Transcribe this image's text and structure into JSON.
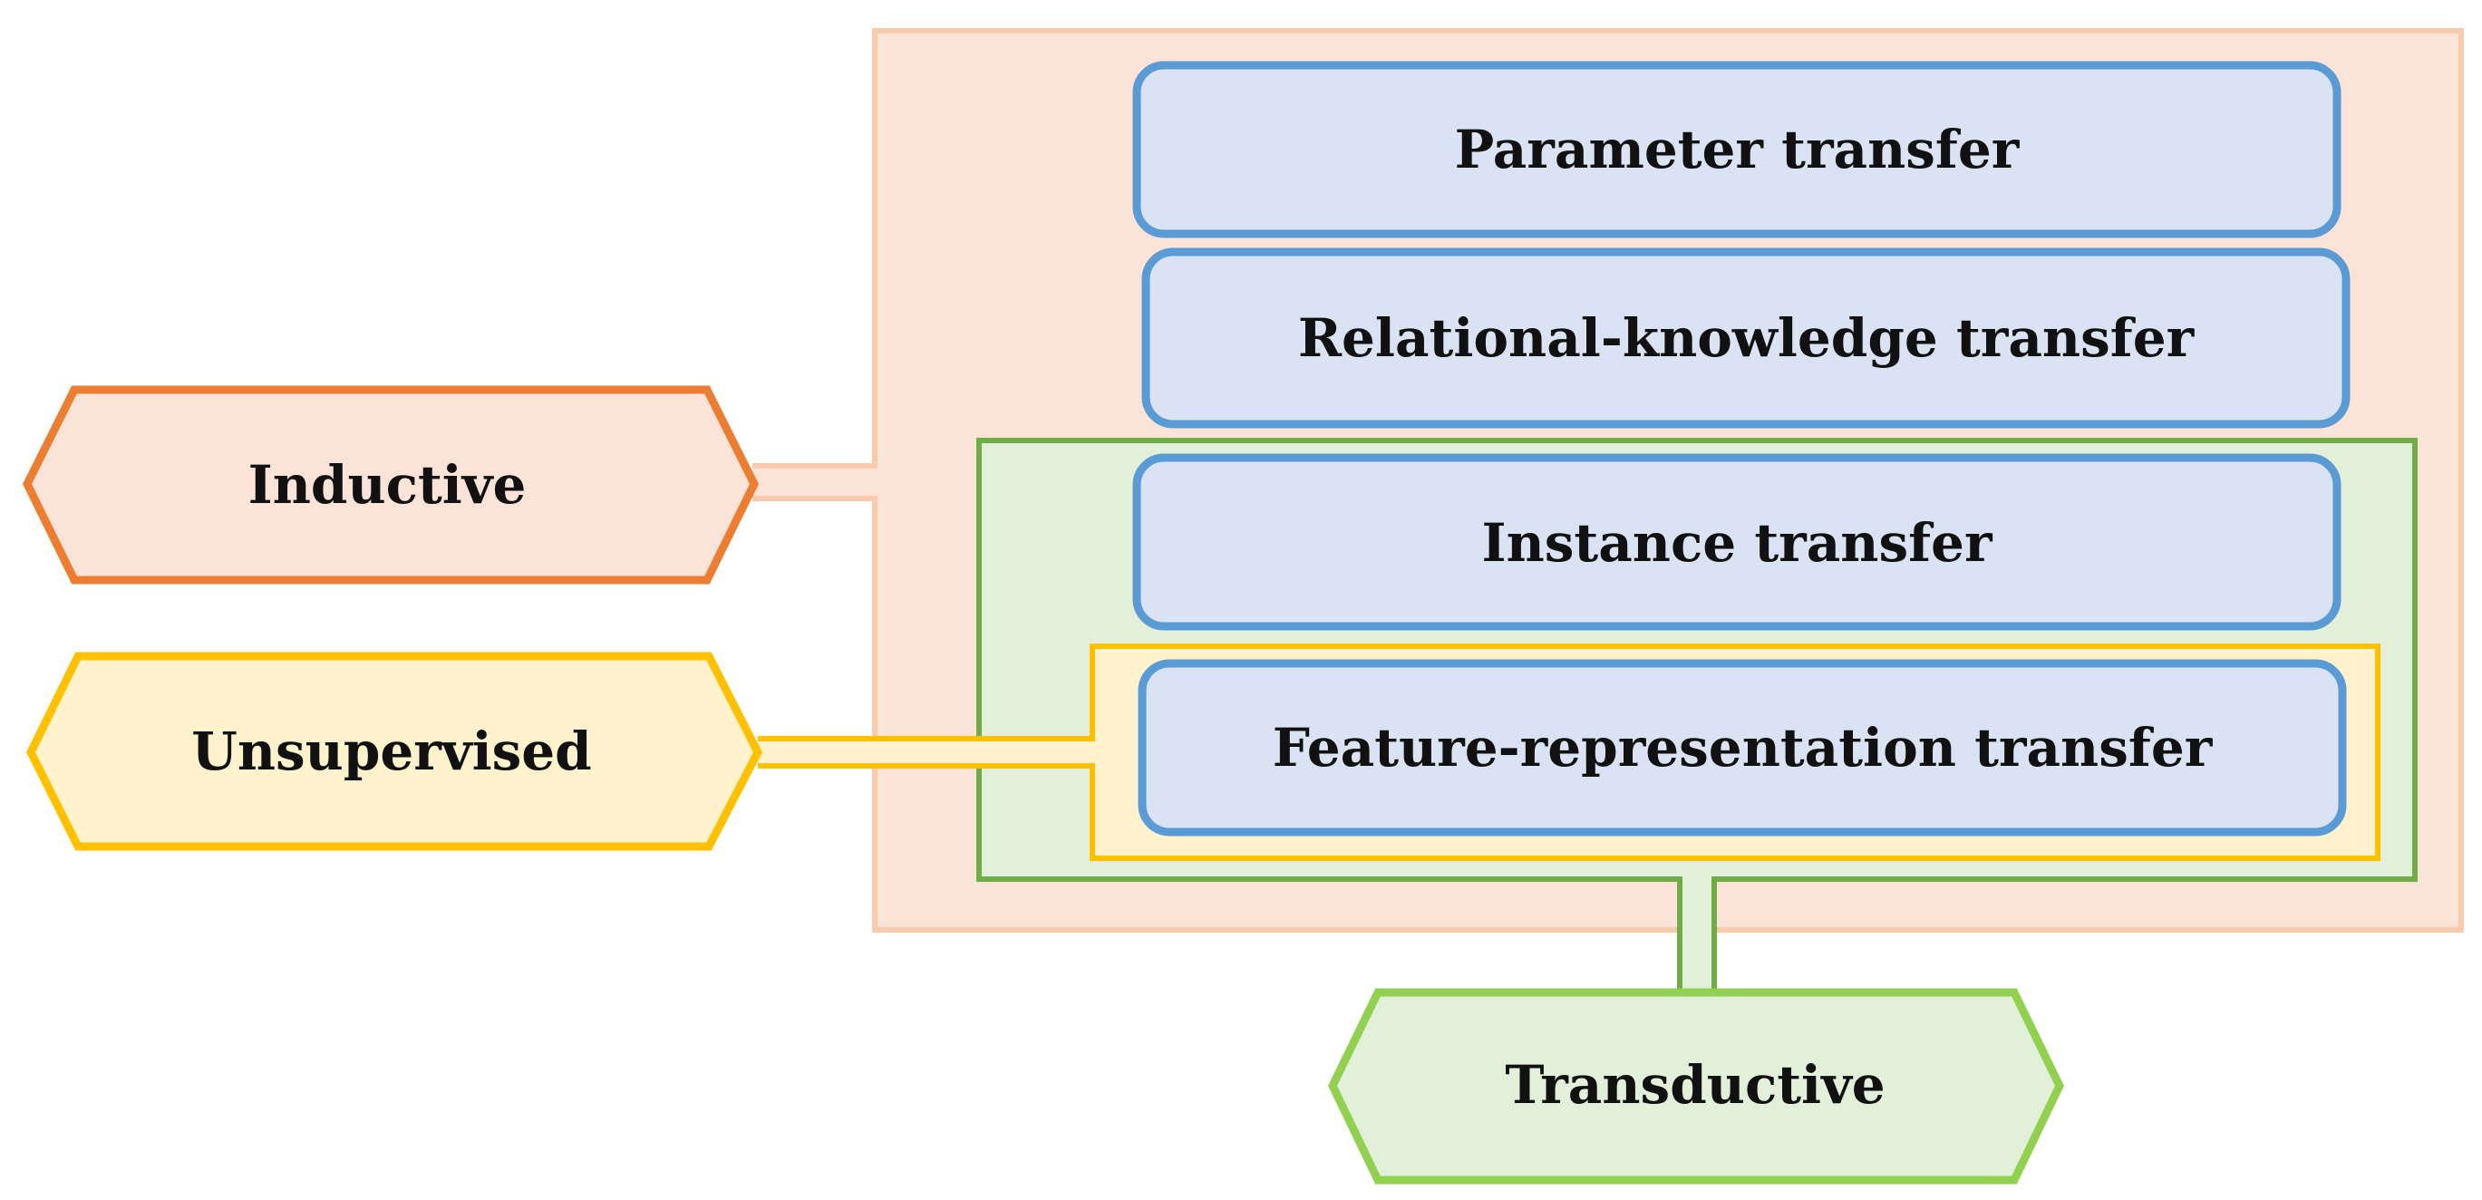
{
  "labels": {
    "inductive": "Inductive",
    "unsupervised": "Unsupervised",
    "transductive": "Transductive",
    "parameter_transfer": "Parameter transfer",
    "relational_knowledge_transfer": "Relational-knowledge transfer",
    "instance_transfer": "Instance transfer",
    "feature_representation_transfer": "Feature-representation transfer"
  },
  "colors": {
    "inductive_fill": "#fbe4d7",
    "inductive_stroke": "#ed7d31",
    "inductive_region_stroke": "#f8cbad",
    "unsupervised_fill": "#fff2cc",
    "unsupervised_stroke": "#ffc000",
    "transductive_fill": "#e2efd9",
    "transductive_stroke": "#92d050",
    "transductive_region_stroke": "#70ad47",
    "method_fill": "#dae3f3",
    "method_stroke": "#5b9bd5",
    "text": "#111111"
  }
}
